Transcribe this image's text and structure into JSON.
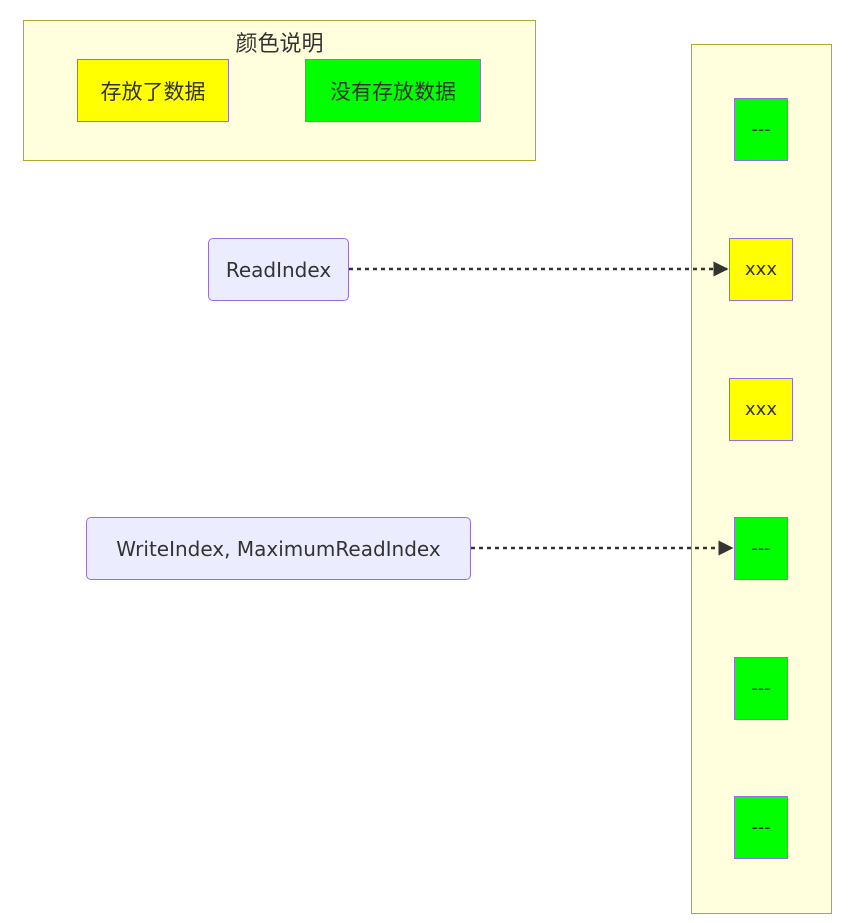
{
  "legend": {
    "title": "颜色说明",
    "items": [
      {
        "label": "存放了数据",
        "color": "#ffff00"
      },
      {
        "label": "没有存放数据",
        "color": "#00ff00"
      }
    ]
  },
  "pointers": [
    {
      "label": "ReadIndex",
      "target_slot": 1
    },
    {
      "label": "WriteIndex, MaximumReadIndex",
      "target_slot": 3
    }
  ],
  "queue": {
    "slots": [
      {
        "label": "---",
        "state": "empty",
        "color": "#00ff00"
      },
      {
        "label": "xxx",
        "state": "filled",
        "color": "#ffff00"
      },
      {
        "label": "xxx",
        "state": "filled",
        "color": "#ffff00"
      },
      {
        "label": "---",
        "state": "empty",
        "color": "#00ff00"
      },
      {
        "label": "---",
        "state": "empty",
        "color": "#00ff00"
      },
      {
        "label": "---",
        "state": "empty",
        "color": "#00ff00"
      }
    ]
  },
  "colors": {
    "cluster_fill": "#ffffde",
    "cluster_border": "#aaaa33",
    "node_fill": "#ececff",
    "node_border": "#9370db",
    "edge": "#333333"
  }
}
